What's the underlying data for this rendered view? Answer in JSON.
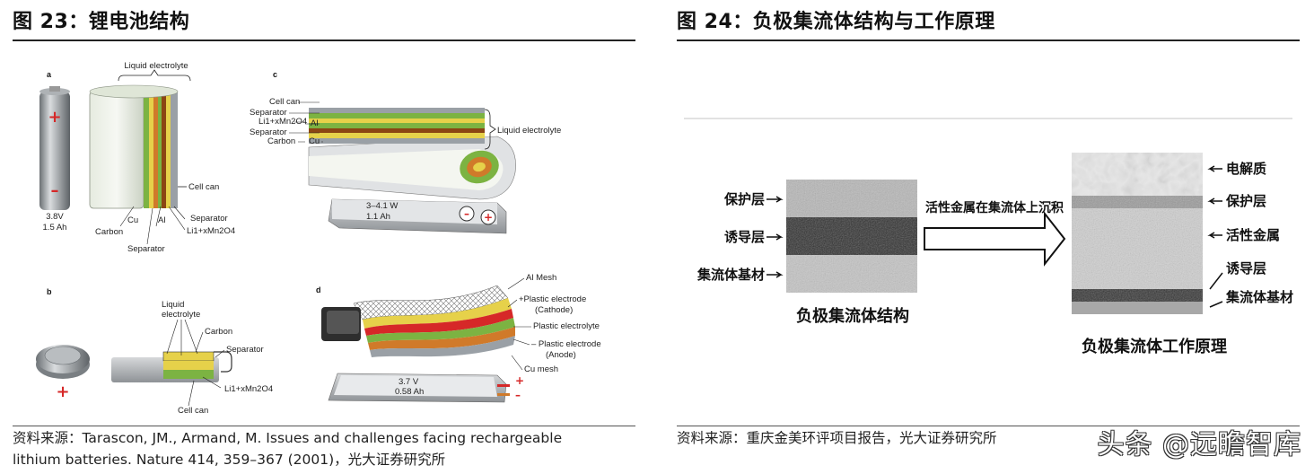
{
  "left": {
    "title": "图 23：锂电池结构",
    "source_line1": "资料来源：Tarascon, JM., Armand, M. Issues and challenges facing rechargeable",
    "source_line2": "lithium batteries. Nature 414, 359–367 (2001)，光大证券研究所",
    "panel_a": {
      "tag": "a",
      "liquid_electrolyte": "Liquid electrolyte",
      "voltage": "3.8V",
      "capacity": "1.5 Ah",
      "cell_can": "Cell can",
      "carbon": "Carbon",
      "cu": "Cu",
      "al": "Al",
      "separator_right": "Separator",
      "cathode": "Li1+xMn2O4",
      "separator_bottom": "Separator"
    },
    "panel_b": {
      "tag": "b",
      "liquid_electrolyte_1": "Liquid",
      "liquid_electrolyte_2": "electrolyte",
      "carbon": "Carbon",
      "separator": "Separator",
      "cathode": "Li1+xMn2O4",
      "cell_can": "Cell can"
    },
    "panel_c": {
      "tag": "c",
      "cell_can": "Cell can",
      "separator_1": "Separator",
      "cathode": "Li1+xMn2O4",
      "al": "Al",
      "separator_2": "Separator",
      "carbon": "Carbon",
      "cu": "Cu",
      "liquid_electrolyte": "Liquid electrolyte",
      "power": "3–4.1 W",
      "capacity": "1.1 Ah"
    },
    "panel_d": {
      "tag": "d",
      "al_mesh": "Al Mesh",
      "plastic_electrode_cathode_1": "+Plastic electrode",
      "plastic_electrode_cathode_2": "(Cathode)",
      "plastic_electrolyte": "Plastic electrolyte",
      "plastic_electrode_anode_1": "– Plastic electrode",
      "plastic_electrode_anode_2": "(Anode)",
      "cu_mesh": "Cu mesh",
      "voltage": "3.7 V",
      "capacity": "0.58 Ah"
    }
  },
  "right": {
    "title": "图 24：负极集流体结构与工作原理",
    "source": "资料来源：重庆金美环评项目报告，光大证券研究所",
    "left_labels": [
      "保护层",
      "诱导层",
      "集流体基材"
    ],
    "left_caption": "负极集流体结构",
    "arrow_label": "活性金属在集流体上沉积",
    "right_labels": [
      "电解质",
      "保护层",
      "活性金属",
      "诱导层",
      "集流体基材"
    ],
    "right_caption": "负极集流体工作原理"
  },
  "watermark": "头条 @远瞻智库",
  "colors": {
    "rule": "#222222",
    "cell_can": "#9aa0a6",
    "green_layer": "#7cb342",
    "yellow_layer": "#e6d14a",
    "orange_layer": "#d07a2a",
    "brown_layer": "#8b4513"
  }
}
